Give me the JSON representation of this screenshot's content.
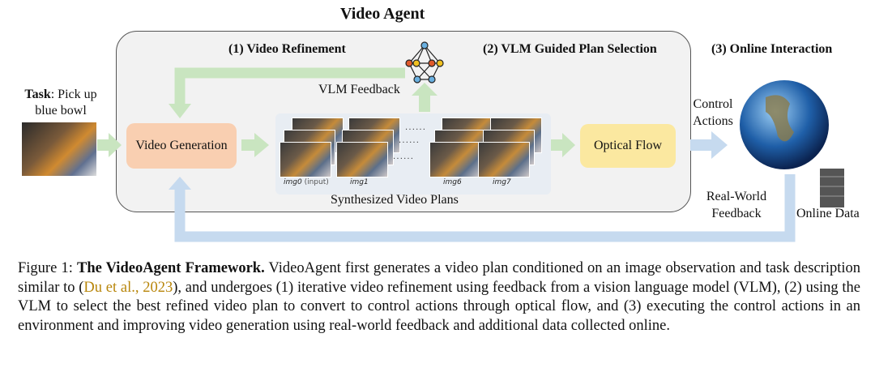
{
  "figure": {
    "title": "Video Agent",
    "task_label": "Task",
    "task_text": ": Pick up blue bowl",
    "section1": "(1) Video Refinement",
    "section2": "(2) VLM Guided Plan Selection",
    "section3": "(3) Online Interaction",
    "vlm_feedback": "VLM Feedback",
    "video_generation": "Video Generation",
    "optical_flow": "Optical Flow",
    "synthesized": "Synthesized Video Plans",
    "frames": [
      {
        "name": "img0",
        "suffix": " (input)"
      },
      {
        "name": "img1",
        "suffix": ""
      },
      {
        "name": "img6",
        "suffix": ""
      },
      {
        "name": "img7",
        "suffix": ""
      }
    ],
    "control_actions": "Control Actions",
    "real_world_feedback": "Real-World Feedback",
    "online_data": "Online Data",
    "colors": {
      "green_arrow": "#c9e5c0",
      "blue_arrow": "#c6daef",
      "gen_box": "#f9cfb1",
      "flow_box": "#fbe8a0"
    }
  },
  "caption": {
    "label": "Figure 1:",
    "bold": "The VideoAgent Framework.",
    "text1": " VideoAgent first generates a video plan conditioned on an image observation and task description similar to (",
    "cite": "Du et al., 2023",
    "text2": "), and undergoes (1) iterative video refinement using feedback from a vision language model (VLM), (2) using the VLM to select the best refined video plan to convert to control actions through optical flow, and (3) executing the control actions in an environment and improving video generation using real-world feedback and additional data collected online."
  }
}
